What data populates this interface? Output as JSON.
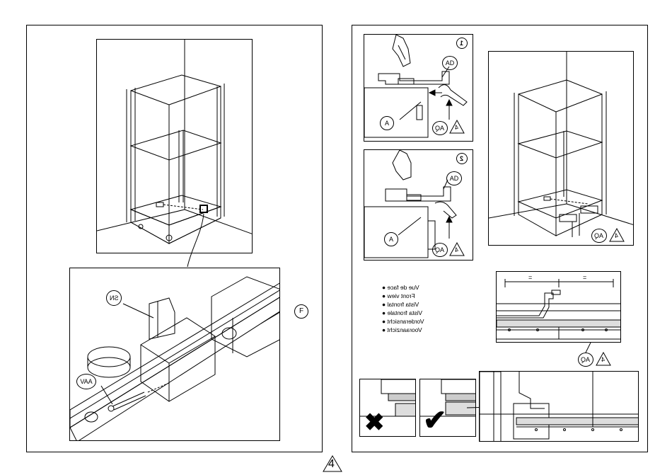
{
  "callouts": {
    "sn": "SN",
    "f": "F",
    "vaa": "VAA",
    "ad": "AD",
    "a": "A",
    "aq": "AQ",
    "ref4": "4"
  },
  "steps": {
    "step1": "1",
    "step2": "2"
  },
  "languages": [
    "Vue de face",
    "Front view",
    "Vista frontal",
    "Vista frontale",
    "Vorderansicht",
    "Vooraanzicht"
  ],
  "dimension_mark": "=",
  "page_number": "4",
  "icons": {
    "wrong": "cross-icon",
    "correct": "check-icon"
  }
}
